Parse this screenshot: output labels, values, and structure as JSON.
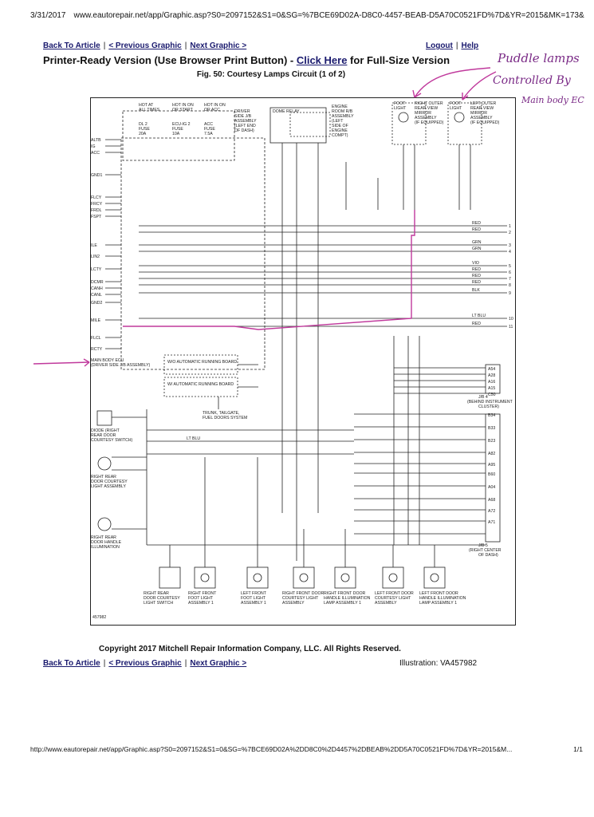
{
  "browser_header": {
    "date": "3/31/2017",
    "url": "www.eautorepair.net/app/Graphic.asp?S0=2097152&S1=0&SG=%7BCE69D02A-D8C0-4457-BEAB-D5A70C0521FD%7D&YR=2015&MK=173&MD=15..."
  },
  "nav_top": {
    "back": "Back To Article",
    "prev": "< Previous Graphic",
    "next": "Next Graphic >",
    "logout": "Logout",
    "help": "Help"
  },
  "printer": {
    "prefix": "Printer-Ready Version (Use Browser Print Button) - ",
    "link": "Click Here",
    "suffix": " for Full-Size Version"
  },
  "figure_title": "Fig. 50: Courtesy Lamps Circuit (1 of 2)",
  "annotation": {
    "line1": "Puddle lamps",
    "line2": "Controlled By",
    "line3": "Main body EC"
  },
  "diagram": {
    "number": "457982",
    "fuses": [
      {
        "hdr1": "HOT AT",
        "hdr2": "ALL TIMES",
        "name": "DL 2",
        "amp1": "FUSE",
        "amp2": "20A"
      },
      {
        "hdr1": "HOT IN ON",
        "hdr2": "OR START",
        "name": "ECU-IG 2",
        "amp1": "FUSE",
        "amp2": "10A"
      },
      {
        "hdr1": "HOT IN ON",
        "hdr2": "OR ACC",
        "name": "ACC",
        "amp1": "FUSE",
        "amp2": "7.5A"
      }
    ],
    "dome_relay": "DOME RELAY",
    "engine_box": [
      "ENGINE",
      "ROOM R/B",
      "ASSEMBLY",
      "(LEFT",
      "SIDE OF",
      "ENGINE",
      "COMPT)"
    ],
    "jb_label": [
      "DRIVER",
      "SIDE J/B",
      "ASSEMBLY",
      "(LEFT END",
      "OF DASH)"
    ],
    "left_pins": [
      "ALTB",
      "IG",
      "ACC",
      "GND1",
      "FLCY",
      "FRCY",
      "FRDL",
      "FSPT",
      "ILE",
      "LIN2",
      "LCTY",
      "DCMR",
      "CANH",
      "CANL",
      "GND2",
      "MILE",
      "FLCL",
      "RCTY"
    ],
    "wires": [
      {
        "color": "RED",
        "num": "1"
      },
      {
        "color": "RED",
        "num": "2"
      },
      {
        "color": "GRN",
        "num": "3"
      },
      {
        "color": "GRN",
        "num": "4"
      },
      {
        "color": "VIO",
        "num": "5"
      },
      {
        "color": "RED",
        "num": "6"
      },
      {
        "color": "RED",
        "num": "7"
      },
      {
        "color": "RED",
        "num": "8"
      },
      {
        "color": "BLK",
        "num": "9"
      },
      {
        "color": "LT BLU",
        "num": "10"
      },
      {
        "color": "RED",
        "num": "11"
      }
    ],
    "mirrors": [
      {
        "t1": "FOOT",
        "t2": "LIGHT",
        "d1": "RIGHT OUTER",
        "d2": "REAR VIEW",
        "d3": "MIRROR",
        "d4": "ASSEMBLY",
        "d5": "(IF EQUIPPED)"
      },
      {
        "t1": "FOOT",
        "t2": "LIGHT",
        "d1": "LEFT OUTER",
        "d2": "REAR VIEW",
        "d3": "MIRROR",
        "d4": "ASSEMBLY",
        "d5": "(IF EQUIPPED)"
      }
    ],
    "main_ecu": [
      "MAIN BODY ECU",
      "(DRIVER SIDE J/B ASSEMBLY)"
    ],
    "running_boards": [
      "W/O AUTOMATIC RUNNING BOARD",
      "W/ AUTOMATIC RUNNING BOARD"
    ],
    "trunk": [
      "TRUNK, TAILGATE,",
      "FUEL DOORS SYSTEM"
    ],
    "right_pins": [
      "A54",
      "A28",
      "A16",
      "A15",
      "C50",
      "B34",
      "B33",
      "B23",
      "A82",
      "A95",
      "B60",
      "A04",
      "A68",
      "A72",
      "A71"
    ],
    "right_labels": [
      "J/B 4",
      "(BEHIND INSTRUMENT",
      "CLUSTER)",
      "J/B 5",
      "(RIGHT CENTER",
      "OF DASH)"
    ],
    "left_components": [
      {
        "l1": "DIODE (RIGHT",
        "l2": "REAR DOOR",
        "l3": "COURTESY SWITCH)"
      },
      {
        "l1": "RIGHT REAR",
        "l2": "DOOR COURTESY",
        "l3": "LIGHT ASSEMBLY"
      },
      {
        "l1": "RIGHT REAR",
        "l2": "DOOR HANDLE",
        "l3": "ILLUMINATION"
      }
    ],
    "bottom_components": [
      {
        "l1": "RIGHT REAR",
        "l2": "DOOR COURTESY",
        "l3": "LIGHT SWITCH"
      },
      {
        "l1": "RIGHT FRONT",
        "l2": "FOOT LIGHT",
        "l3": "ASSEMBLY 1"
      },
      {
        "l1": "LEFT FRONT",
        "l2": "FOOT LIGHT",
        "l3": "ASSEMBLY 1"
      },
      {
        "l1": "RIGHT FRONT DOOR",
        "l2": "COURTESY LIGHT",
        "l3": "ASSEMBLY"
      },
      {
        "l1": "RIGHT FRONT DOOR",
        "l2": "HANDLE ILLUMINATION",
        "l3": "LAMP ASSEMBLY 1"
      },
      {
        "l1": "LEFT FRONT DOOR",
        "l2": "COURTESY LIGHT",
        "l3": "ASSEMBLY"
      },
      {
        "l1": "LEFT FRONT DOOR",
        "l2": "HANDLE ILLUMINATION",
        "l3": "LAMP ASSEMBLY 1"
      }
    ],
    "mid_wire_label": "LT BLU"
  },
  "copyright": "Copyright 2017 Mitchell Repair Information Company, LLC.  All Rights Reserved.",
  "illustration": "Illustration:  VA457982",
  "footer": {
    "url": "http://www.eautorepair.net/app/Graphic.asp?S0=2097152&S1=0&SG=%7BCE69D02A%2DD8C0%2D4457%2DBEAB%2DD5A70C0521FD%7D&YR=2015&M...",
    "page": "1/1"
  },
  "colors": {
    "link": "#1a1a6e",
    "annotation": "#c0399c",
    "handwriting": "#7a2a86"
  }
}
